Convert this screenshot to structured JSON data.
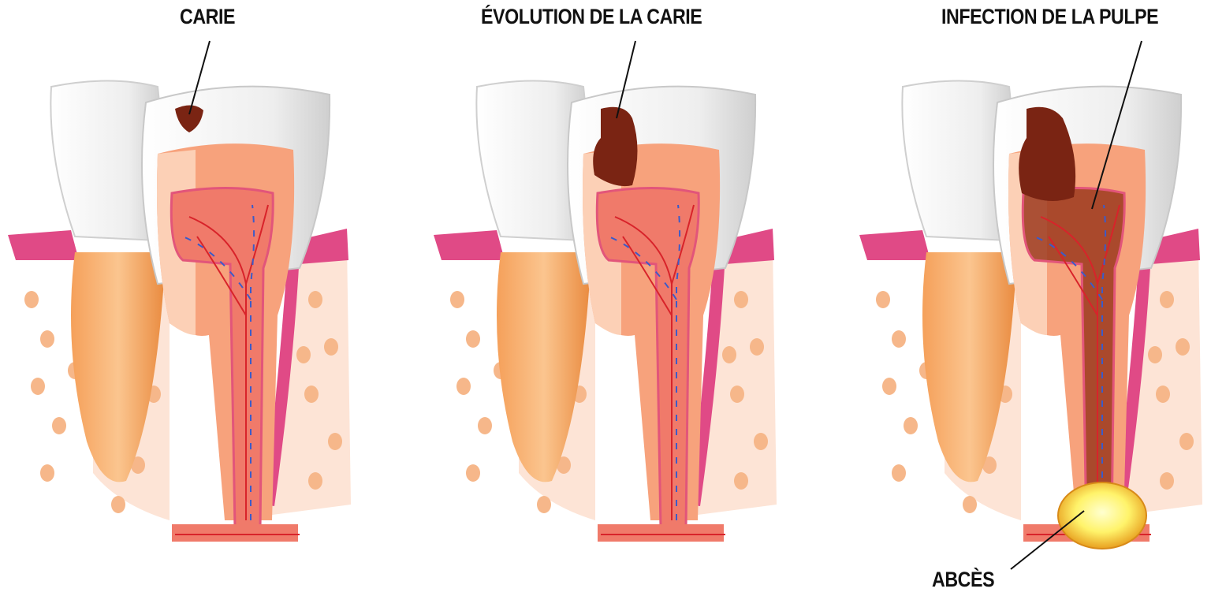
{
  "panels": [
    {
      "stage": "carie",
      "title": "CARIE"
    },
    {
      "stage": "evolution",
      "title": "ÉVOLUTION DE LA CARIE"
    },
    {
      "stage": "infection",
      "title": "INFECTION DE LA PULPE",
      "extra_label": "ABCÈS"
    }
  ],
  "colors": {
    "enamel": "#f3f3f3",
    "enamel_shade": "#d9d9d9",
    "dentin": "#f7a27c",
    "dentin_light": "#fcd0b6",
    "pulp": "#f07a6a",
    "pulp_infected": "#9c3a1e",
    "caries": "#7a2413",
    "gum": "#e04a86",
    "bone": "#fde4d6",
    "bone_hole": "#f6b78a",
    "root_orange": "#f59b4f",
    "abscess": "#fff36a"
  }
}
